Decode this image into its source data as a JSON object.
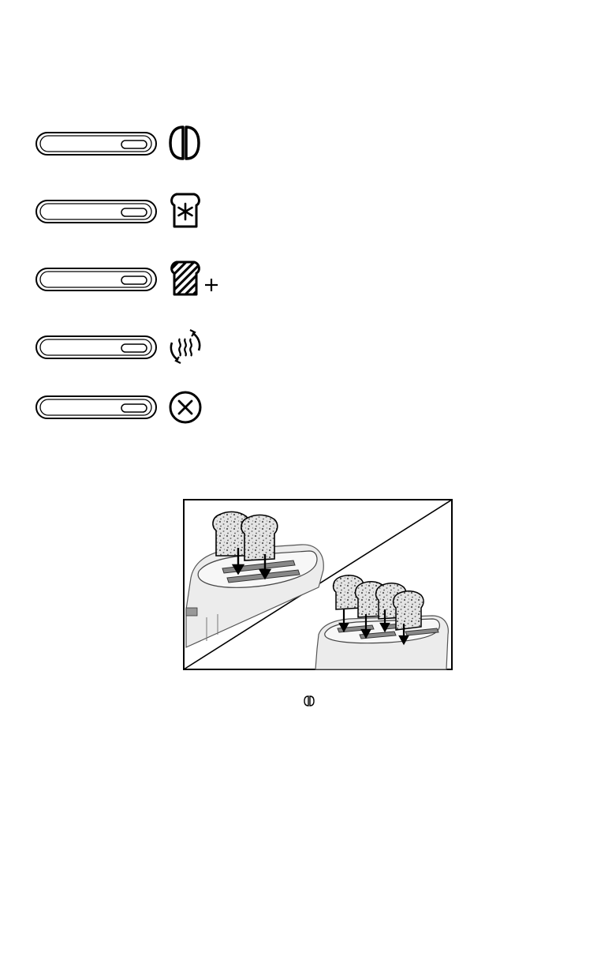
{
  "controls": [
    {
      "id": "bagel",
      "icon": "bagel-icon"
    },
    {
      "id": "defrost",
      "icon": "defrost-toast-icon"
    },
    {
      "id": "a-bit-more",
      "icon": "toast-plus-icon"
    },
    {
      "id": "reheat",
      "icon": "reheat-icon"
    },
    {
      "id": "cancel",
      "icon": "cancel-icon"
    }
  ],
  "illustration": {
    "subject": "toaster-2-slice-and-4-slice",
    "caption_icon": "bagel-icon"
  },
  "colors": {
    "line": "#000000",
    "background": "#ffffff",
    "toaster_fill": "#f2f2f2"
  }
}
